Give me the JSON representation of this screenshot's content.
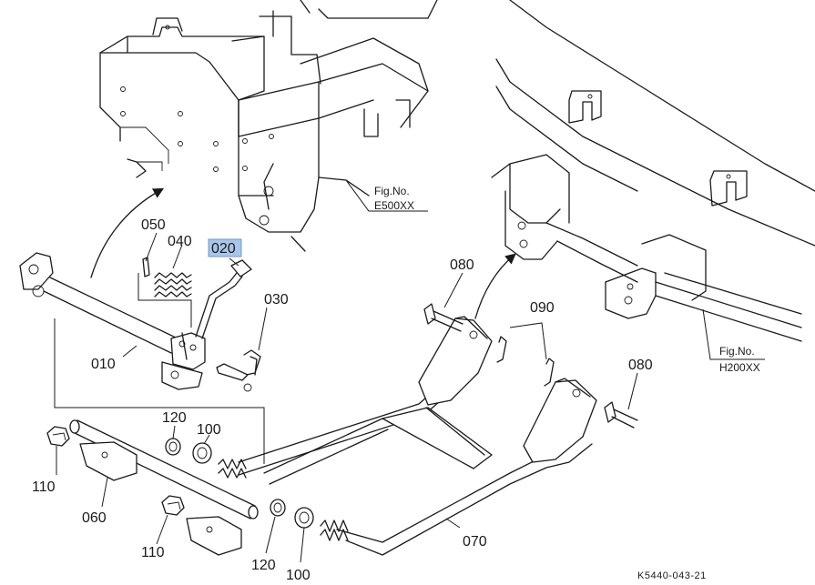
{
  "parts": {
    "p050": "050",
    "p040": "040",
    "p020": "020",
    "p030": "030",
    "p010": "010",
    "p080a": "080",
    "p090": "090",
    "p080b": "080",
    "p120a": "120",
    "p100a": "100",
    "p110a": "110",
    "p060": "060",
    "p110b": "110",
    "p120b": "120",
    "p100b": "100",
    "p070": "070"
  },
  "highlight": {
    "part": "020",
    "color": "#a9c6e8"
  },
  "fig_refs": {
    "e500": {
      "label": "Fig.No.",
      "number": "E500XX"
    },
    "h200": {
      "label": "Fig.No.",
      "number": "H200XX"
    }
  },
  "drawing_code": "K5440-043-21"
}
